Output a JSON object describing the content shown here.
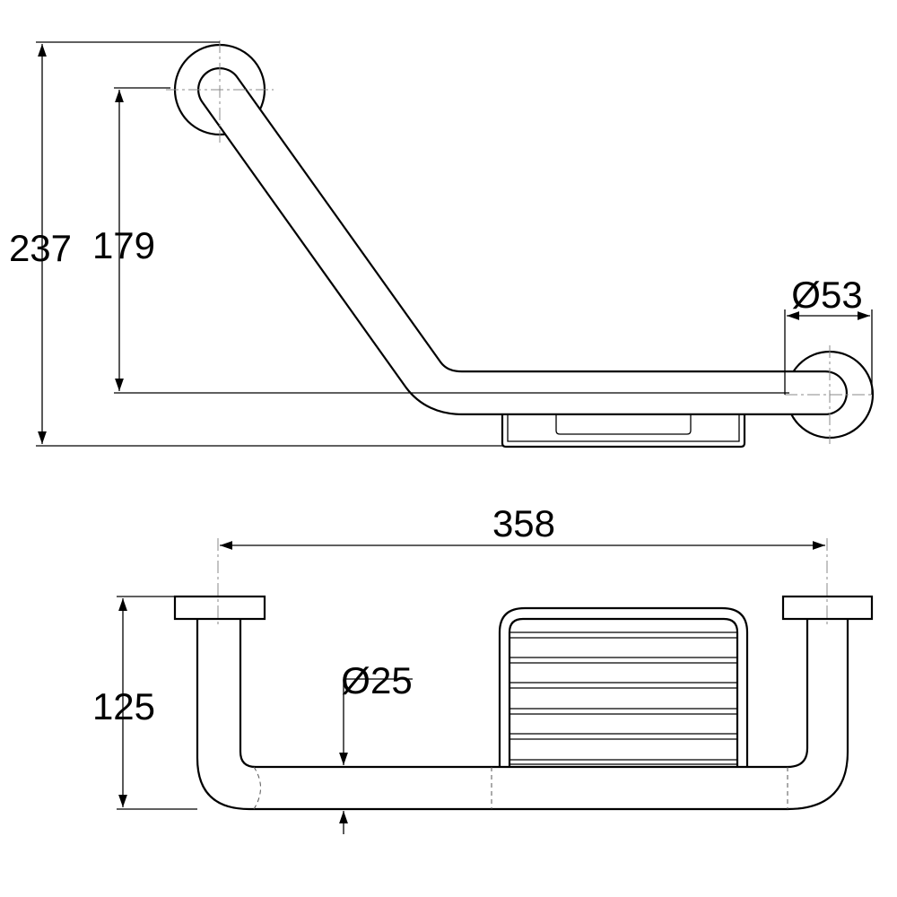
{
  "drawing": {
    "front_view": {
      "dimensions": {
        "overall_height": "237",
        "center_height": "179",
        "rosette_diameter": "Ø53"
      }
    },
    "top_view": {
      "dimensions": {
        "length": "358",
        "projection": "125",
        "tube_diameter": "Ø25"
      }
    },
    "colors": {
      "line": "#000000",
      "background": "#ffffff"
    }
  }
}
